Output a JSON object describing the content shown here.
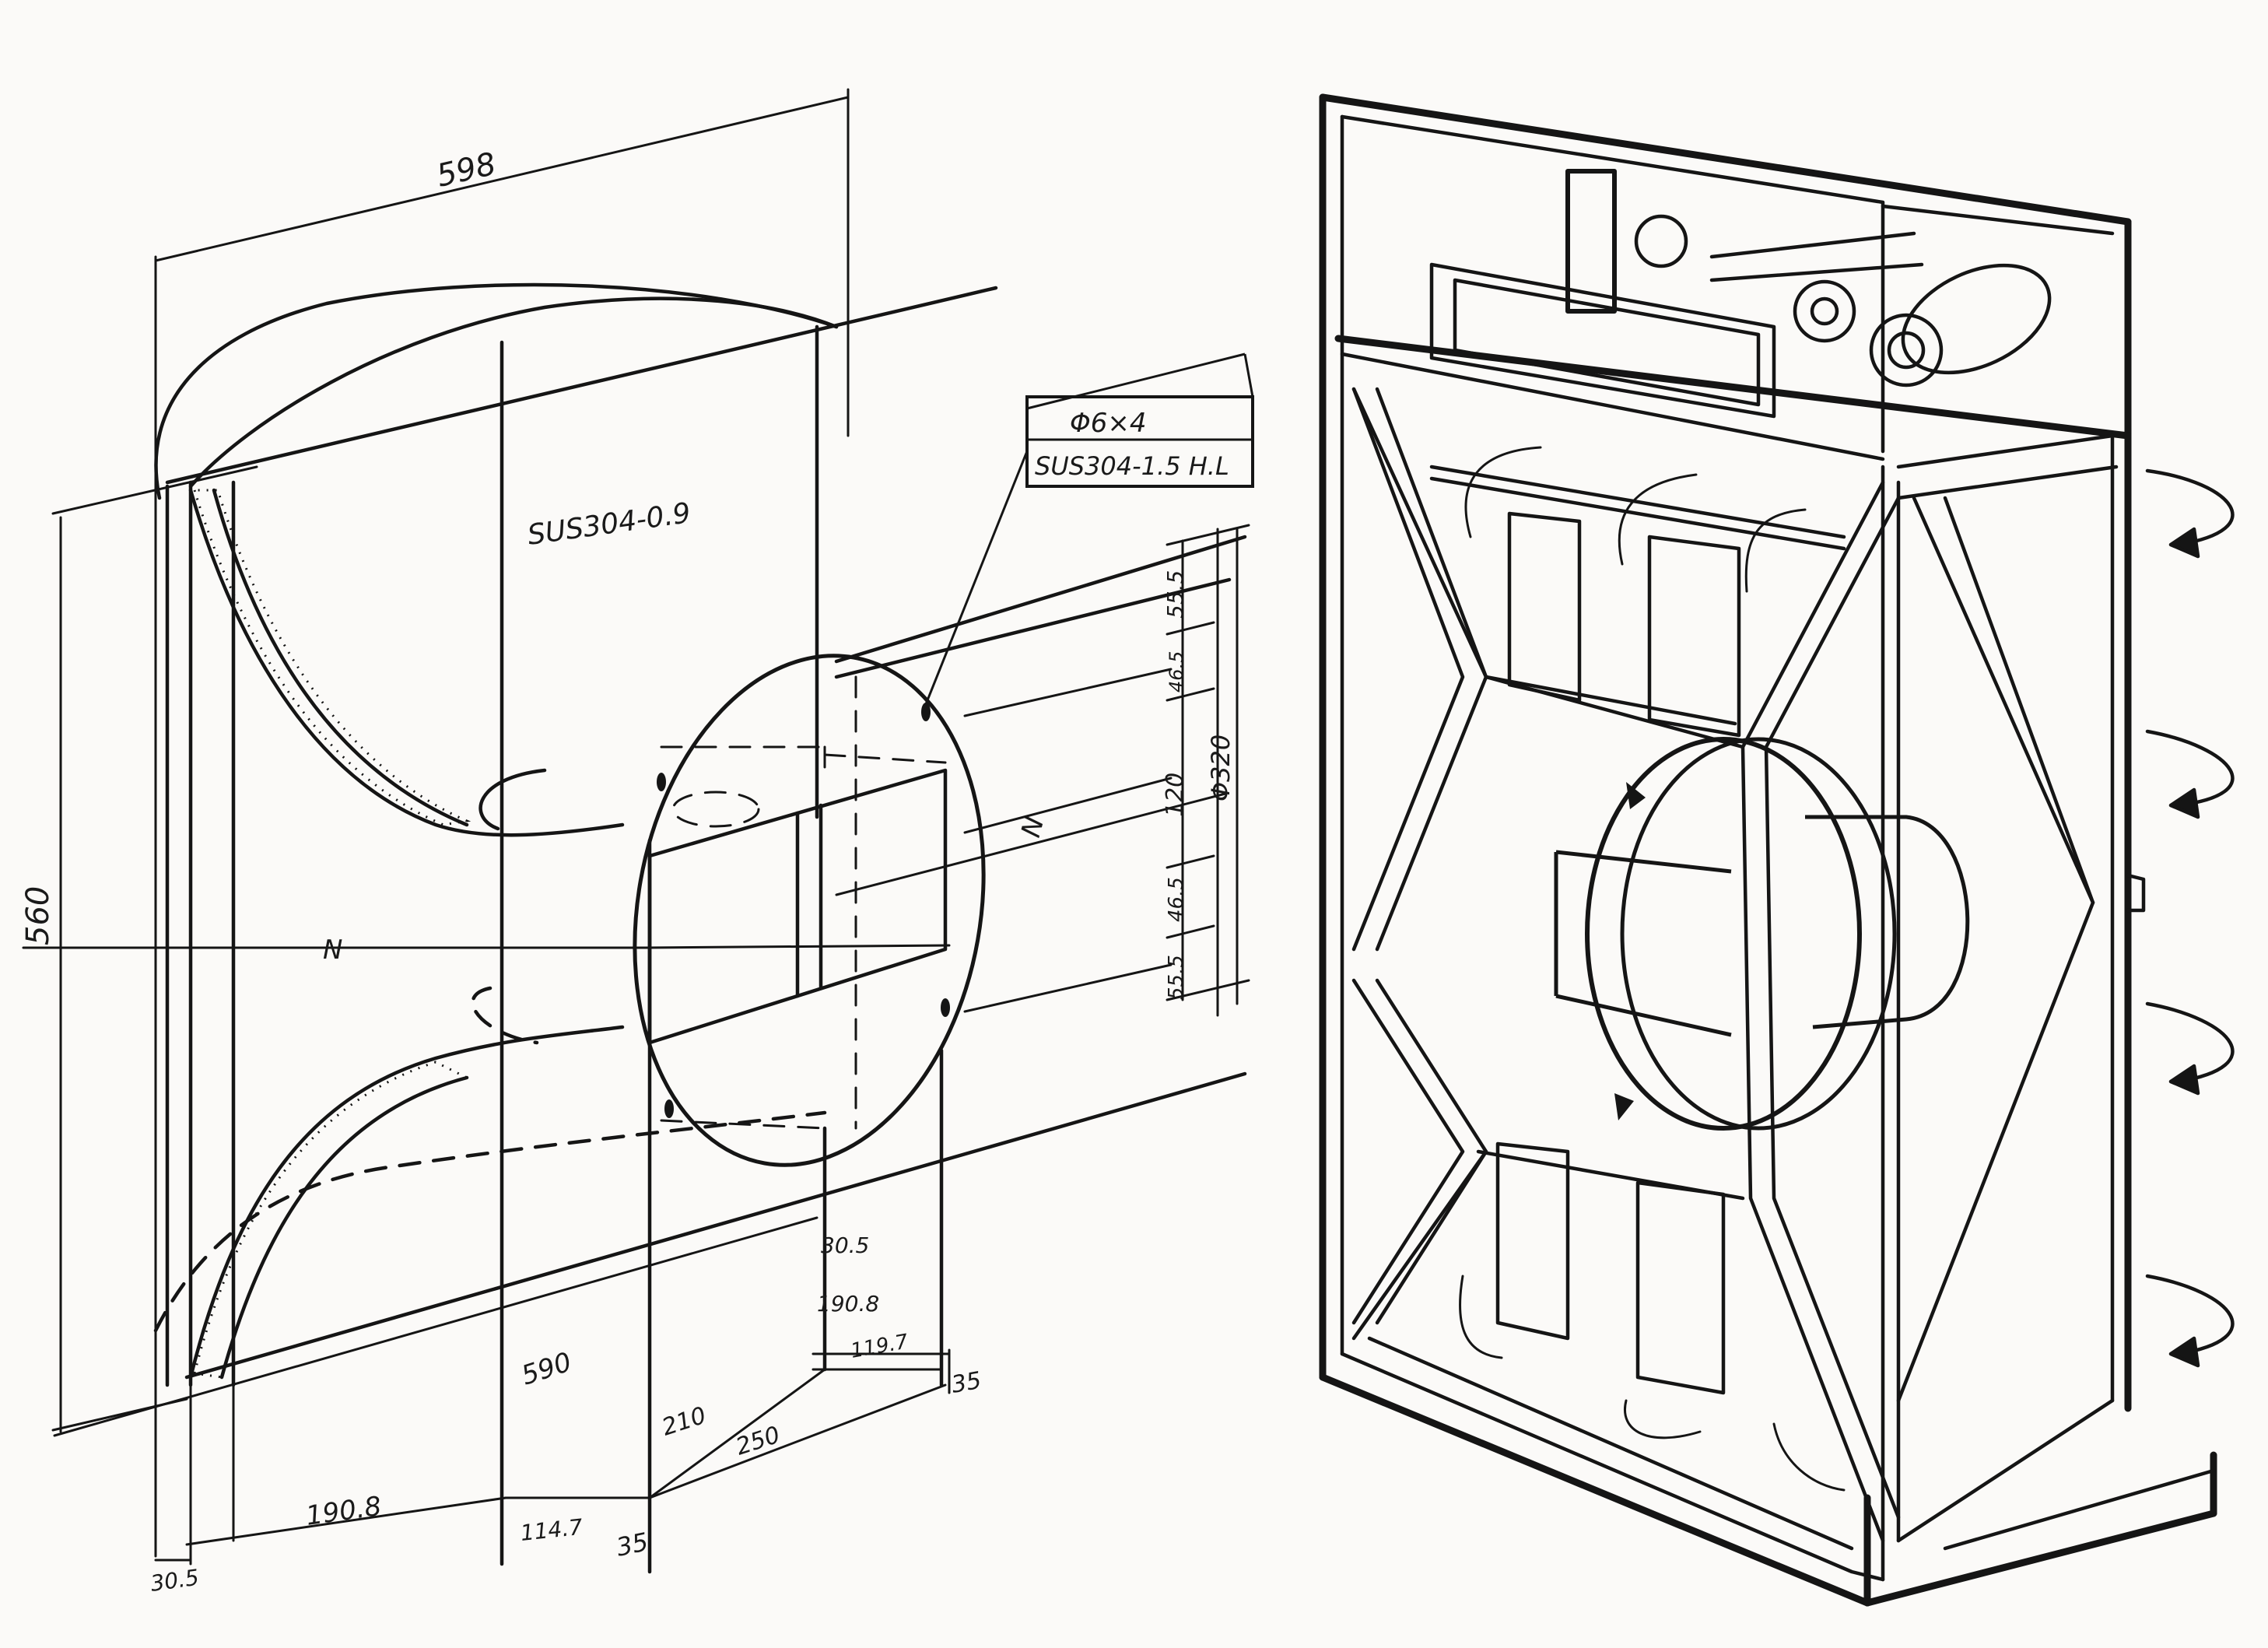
{
  "left_drawing": {
    "top_dimension": "598",
    "height_dimension": "560",
    "material_label": "SUS304-0.9",
    "callout": {
      "line1": "Φ6×4",
      "line2": "SUS304-1.5 H.L"
    },
    "axis_labels": {
      "left": "N",
      "right": "N"
    },
    "right_dimensions": [
      "55.5",
      "46.5",
      "120",
      "46.5",
      "55.5"
    ],
    "diameter": "Φ320",
    "mid_dimensions": {
      "d1": "30.5",
      "d2": "190.8",
      "d3": "119.7",
      "d4": "35"
    },
    "bottom_dimensions": {
      "depth": "590",
      "d210": "210",
      "d250": "250",
      "d1908": "190.8",
      "d1147": "114.7",
      "d35": "35",
      "d305": "30.5"
    }
  },
  "right_drawing": {
    "rotation_arrows": 4
  }
}
